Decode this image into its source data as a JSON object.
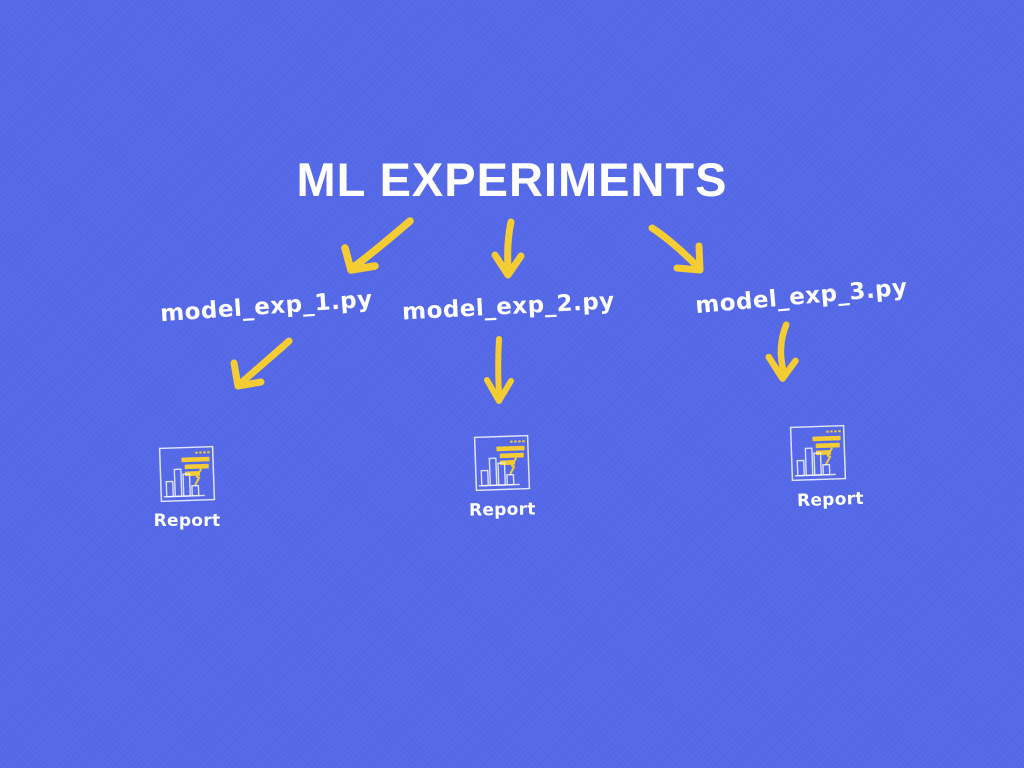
{
  "title": "ML EXPERIMENTS",
  "colors": {
    "background": "#5569E8",
    "accent_yellow": "#F5CD32",
    "text_white": "#FFFFFF"
  },
  "experiments": [
    {
      "file": "model_exp_1.py",
      "report_label": "Report"
    },
    {
      "file": "model_exp_2.py",
      "report_label": "Report"
    },
    {
      "file": "model_exp_3.py",
      "report_label": "Report"
    }
  ],
  "icons": {
    "report": "report-chart-icon",
    "arrow_down_left": "arrow-down-left-icon",
    "arrow_down": "arrow-down-icon",
    "arrow_down_right": "arrow-down-right-icon"
  }
}
